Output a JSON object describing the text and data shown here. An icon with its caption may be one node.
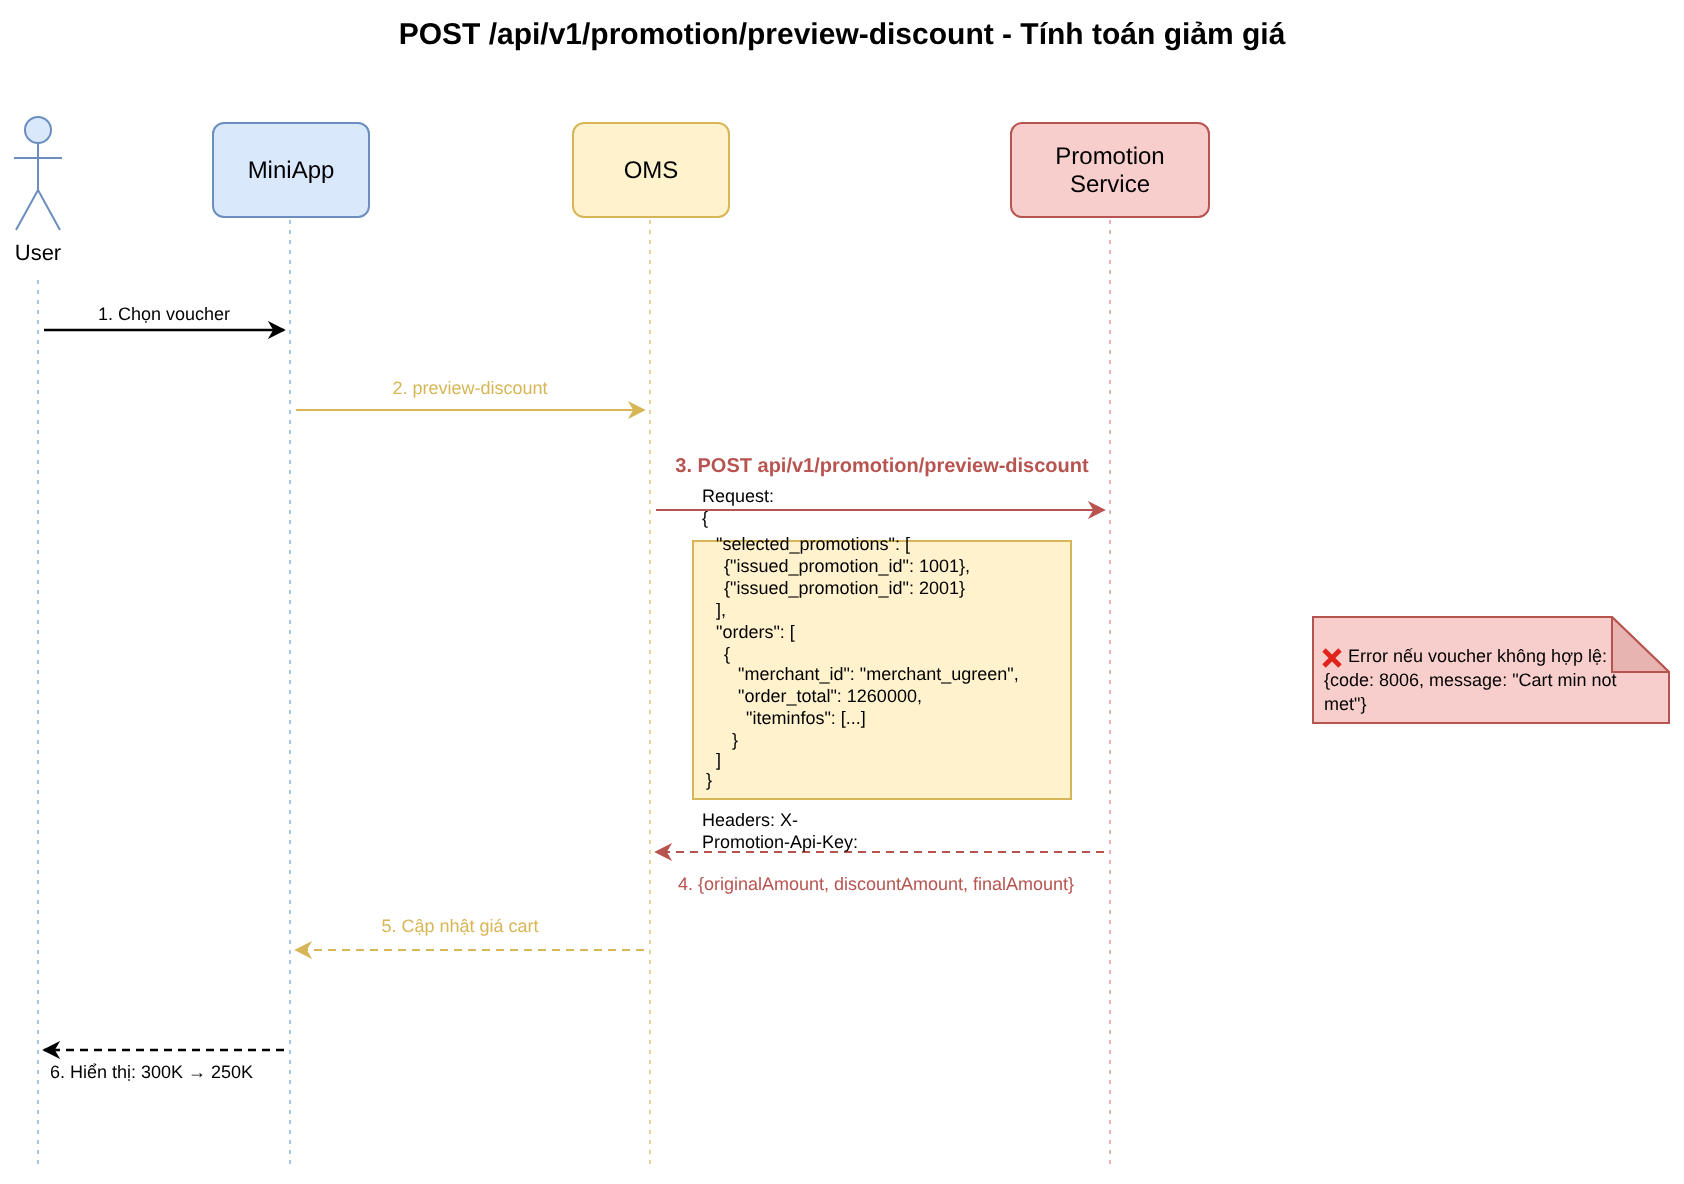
{
  "diagram": {
    "title": "POST /api/v1/promotion/preview-discount - Tính toán giảm giá",
    "nodes": [
      {
        "text": [
          "User"
        ]
      },
      {
        "text": [
          "MiniApp"
        ]
      },
      {
        "text": [
          "OMS"
        ]
      },
      {
        "text": [
          "Promotion Service"
        ]
      },
      {
        "text": [
          "\"selected_promotions\": [",
          "{\"issued_promotion_id\": 1001},",
          "{\"issued_promotion_id\": 2001}",
          "],",
          "\"orders\": [",
          "{",
          "\"merchant_id\": \"merchant_ugreen\",",
          "\"order_total\": 1260000,",
          "\"iteminfos\": [...]",
          "}",
          "]",
          "}"
        ]
      },
      {
        "text": [
          "Error nếu voucher không hợp lệ: {code: 8006, message: \"Cart min not met\"}"
        ]
      },
      {
        "text": [],
        "shape": "line"
      },
      {
        "text": [],
        "shape": "line"
      },
      {
        "text": [],
        "shape": "line"
      },
      {
        "text": [],
        "shape": "line"
      }
    ],
    "edges": [
      {
        "from": 6,
        "to": 7,
        "arrow": "to",
        "label": "1. Chọn voucher"
      },
      {
        "from": 7,
        "to": 8,
        "arrow": "to",
        "label": "2. preview-discount",
        "color": "#d6b656"
      },
      {
        "from": 8,
        "to": 9,
        "arrow": "to",
        "label": "3. POST api/v1/promotion/preview-discount",
        "color": "#b85450"
      },
      {
        "from": 9,
        "to": 8,
        "arrow": "to",
        "label": "4. {originalAmount, discountAmount, finalAmount}",
        "style": "dashed",
        "color": "#b85450"
      },
      {
        "from": 8,
        "to": 7,
        "arrow": "to",
        "label": "5. Cập nhật giá cart",
        "style": "dashed",
        "color": "#d6b656"
      },
      {
        "from": 7,
        "to": 6,
        "arrow": "to",
        "label": "6. Hiển thị: 300K → 250K",
        "style": "dashed"
      }
    ],
    "labels": [
      "Request:",
      "{",
      "Headers: X-Promotion-Api-Key:"
    ]
  }
}
